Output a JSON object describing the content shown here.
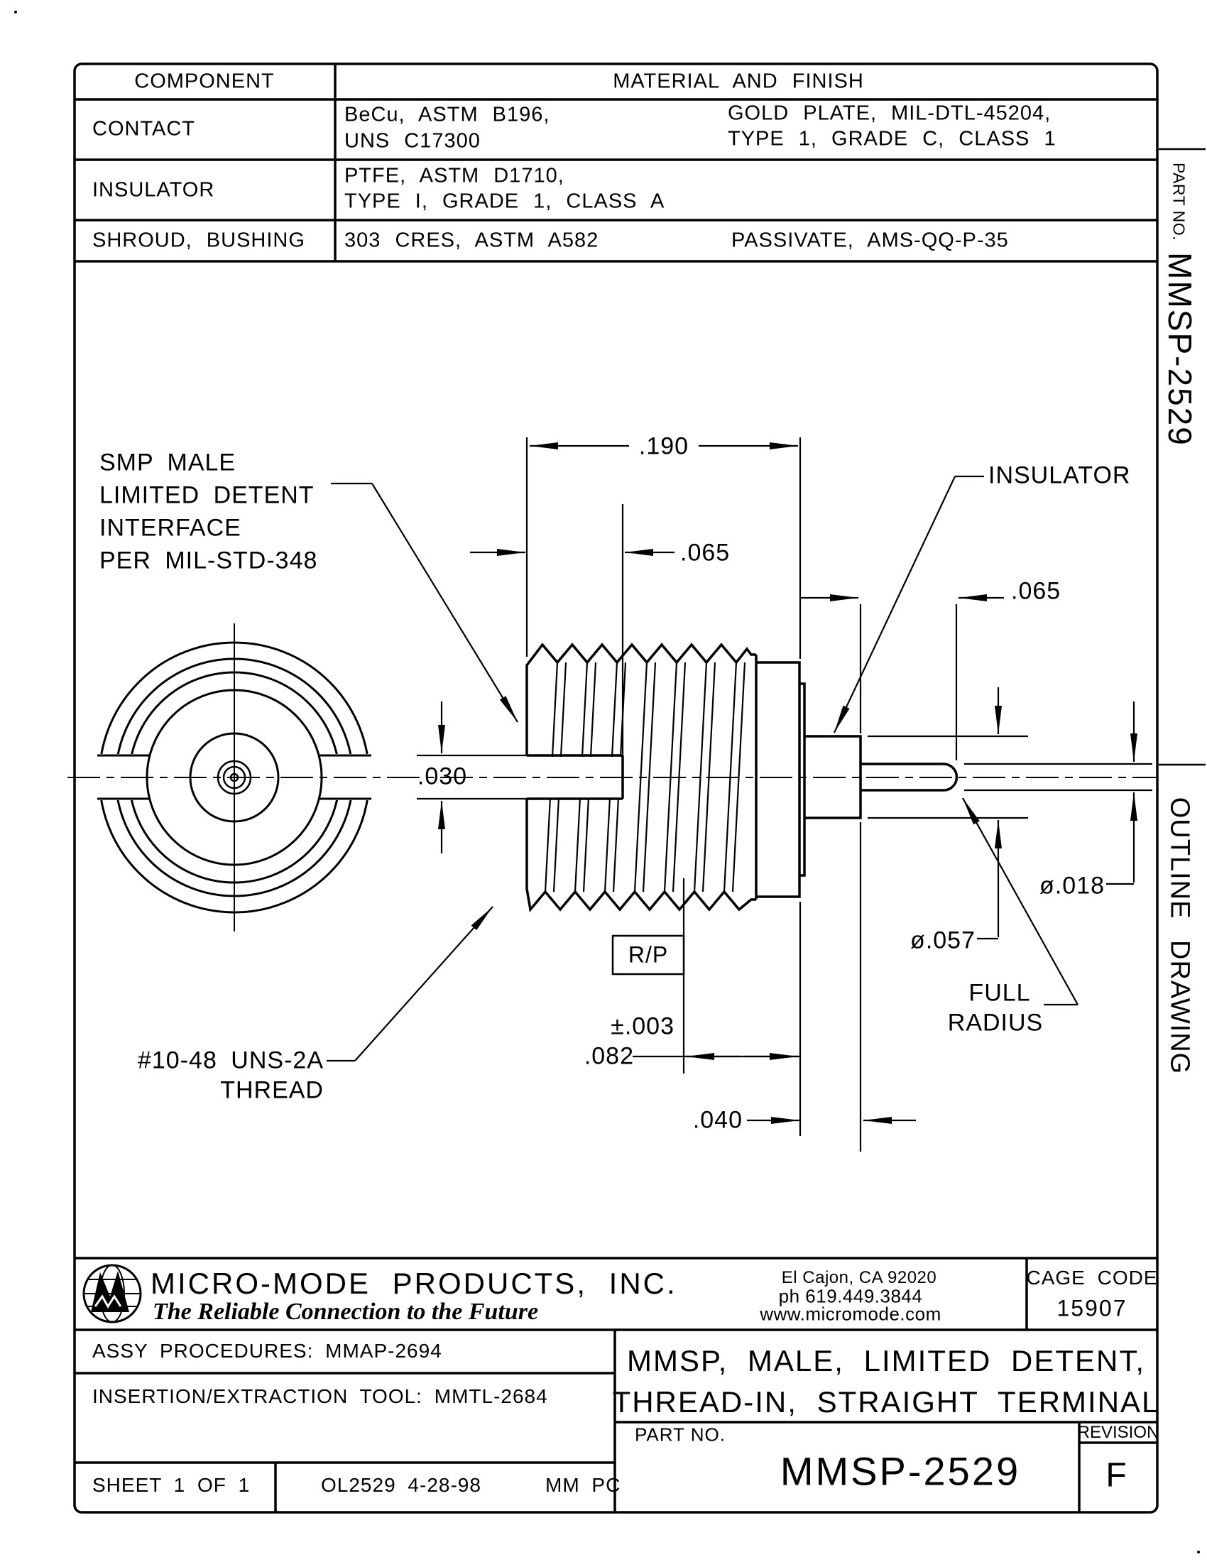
{
  "table": {
    "header": {
      "component": "COMPONENT",
      "material": "MATERIAL AND FINISH"
    },
    "rows": {
      "contact": {
        "name": "CONTACT",
        "mat1": "BeCu, ASTM B196,",
        "mat2": "UNS C17300",
        "fin1": "GOLD PLATE, MIL-DTL-45204,",
        "fin2": "TYPE 1, GRADE C, CLASS 1"
      },
      "insulator": {
        "name": "INSULATOR",
        "mat1": "PTFE, ASTM D1710,",
        "mat2": "TYPE I, GRADE 1, CLASS A"
      },
      "shroud": {
        "name": "SHROUD, BUSHING",
        "mat1": "303 CRES, ASTM A582",
        "fin1": "PASSIVATE, AMS-QQ-P-35"
      }
    }
  },
  "margin": {
    "part_no_label": "PART NO.",
    "part_no_vertical": "MMSP-2529",
    "outline_drawing": "OUTLINE DRAWING"
  },
  "annotations": {
    "smp_line1": "SMP MALE",
    "smp_line2": "LIMITED DETENT",
    "smp_line3": "INTERFACE",
    "smp_line4": "PER MIL-STD-348",
    "insulator": "INSULATOR",
    "thread_line1": "#10-48 UNS-2A",
    "thread_line2": "THREAD",
    "rp_flag": "R/P",
    "full_radius_line1": "FULL",
    "full_radius_line2": "RADIUS"
  },
  "dimensions": {
    "d190": ".190",
    "d065_left": ".065",
    "d030": ".030",
    "d065_right": ".065",
    "d057": "ø.057",
    "d018": "ø.018",
    "tol": "±.003",
    "d082": ".082",
    "d040": ".040"
  },
  "titleblock": {
    "company": "MICRO-MODE PRODUCTS, INC.",
    "tagline": "The Reliable Connection to the Future",
    "address1": "El Cajon, CA  92020",
    "address2": "ph 619.449.3844",
    "address3": "www.micromode.com",
    "cage_label": "CAGE CODE",
    "cage_code": "15907",
    "assy": "ASSY PROCEDURES: MMAP-2694",
    "tool": "INSERTION/EXTRACTION TOOL: MMTL-2684",
    "sheet": "SHEET 1 OF 1",
    "doc": "OL2529 4-28-98",
    "doc_initials": "MM PC",
    "title_line1": "MMSP, MALE, LIMITED DETENT,",
    "title_line2": "THREAD-IN, STRAIGHT TERMINAL",
    "part_label": "PART NO.",
    "part_no": "MMSP-2529",
    "rev_label": "REVISION",
    "rev": "F"
  }
}
